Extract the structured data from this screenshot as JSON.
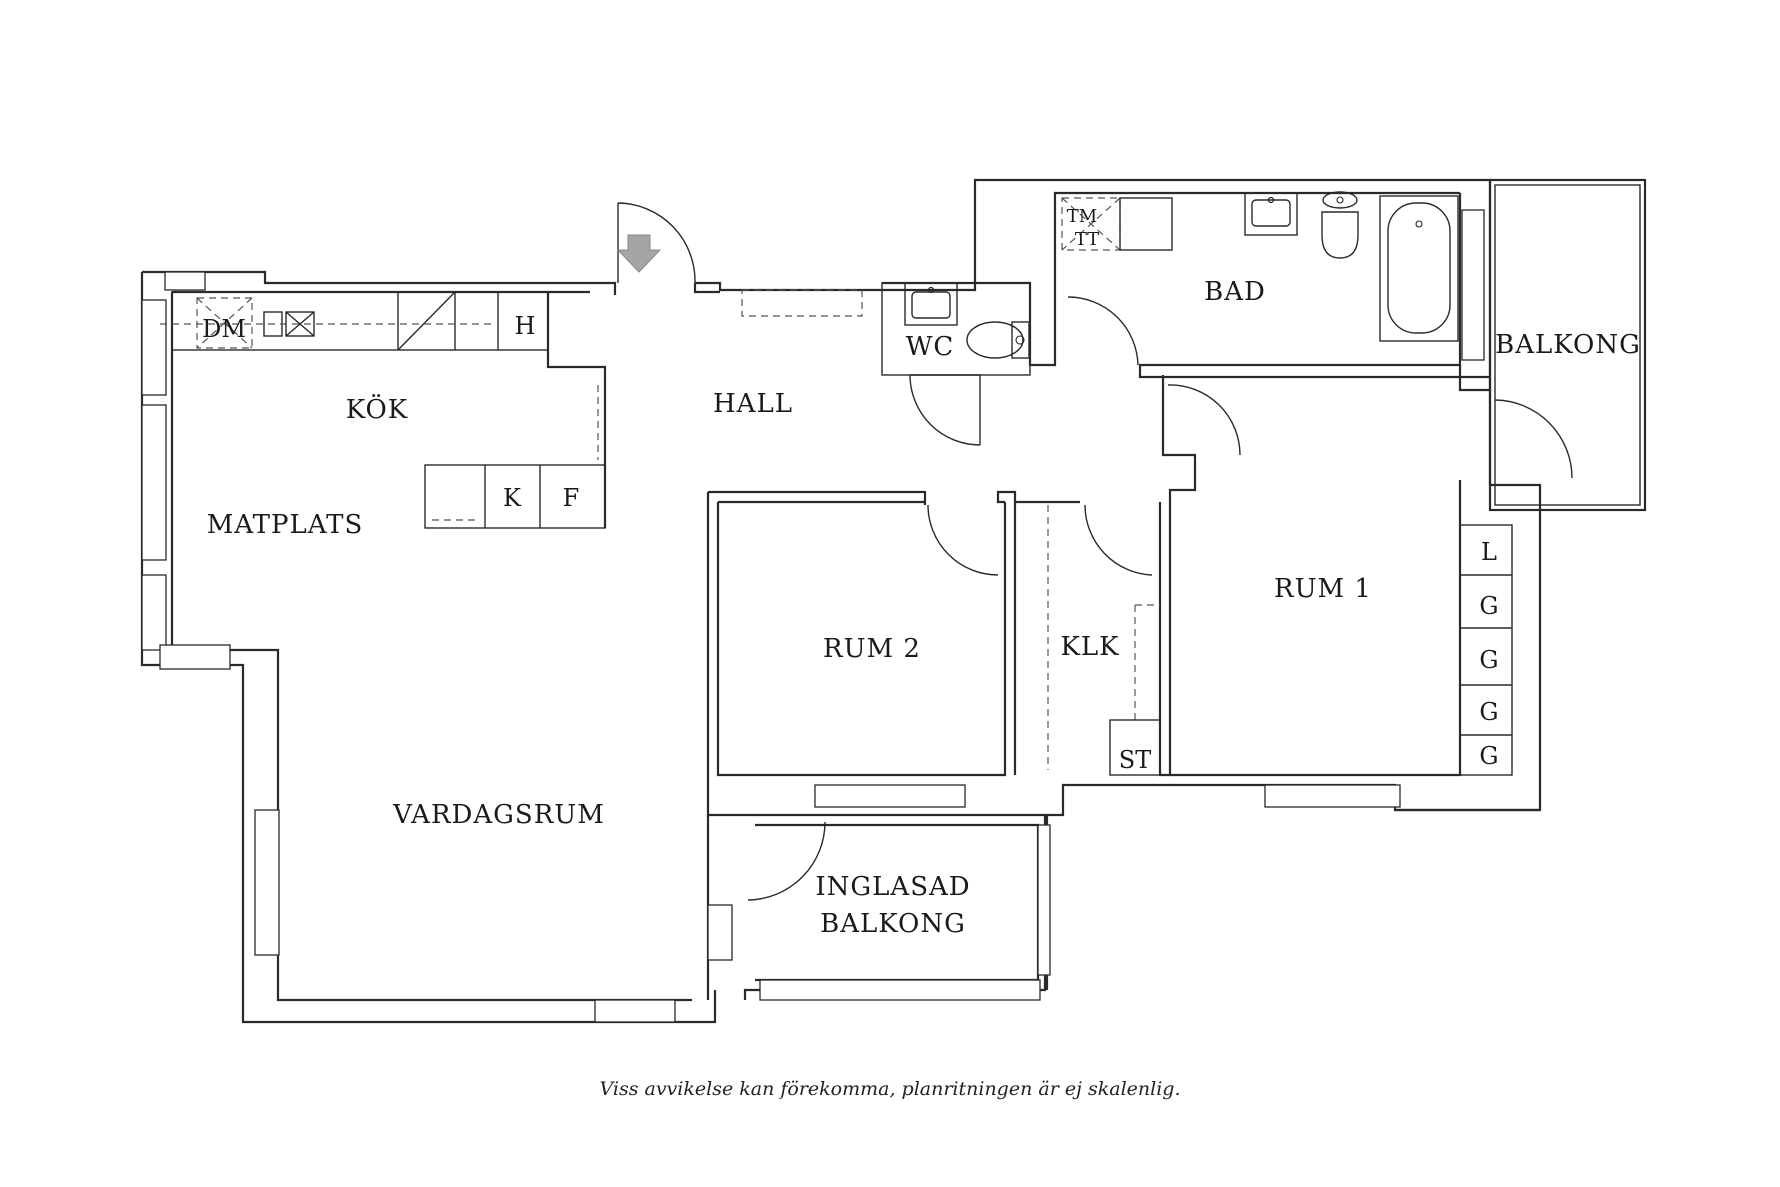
{
  "rooms": {
    "kok": "KÖK",
    "hall": "HALL",
    "matplats": "MATPLATS",
    "vardagsrum": "VARDAGSRUM",
    "wc": "WC",
    "bad": "BAD",
    "balkong": "BALKONG",
    "rum1": "RUM 1",
    "rum2": "RUM 2",
    "klk": "KLK",
    "inglasad_line1": "INGLASAD",
    "inglasad_line2": "BALKONG"
  },
  "fixtures": {
    "dm": "DM",
    "h": "H",
    "k": "K",
    "f": "F",
    "tm": "TM",
    "tt": "TT",
    "st": "ST",
    "l": "L",
    "g": "G"
  },
  "disclaimer": "Viss avvikelse kan förekomma, planritningen är ej skalenlig."
}
